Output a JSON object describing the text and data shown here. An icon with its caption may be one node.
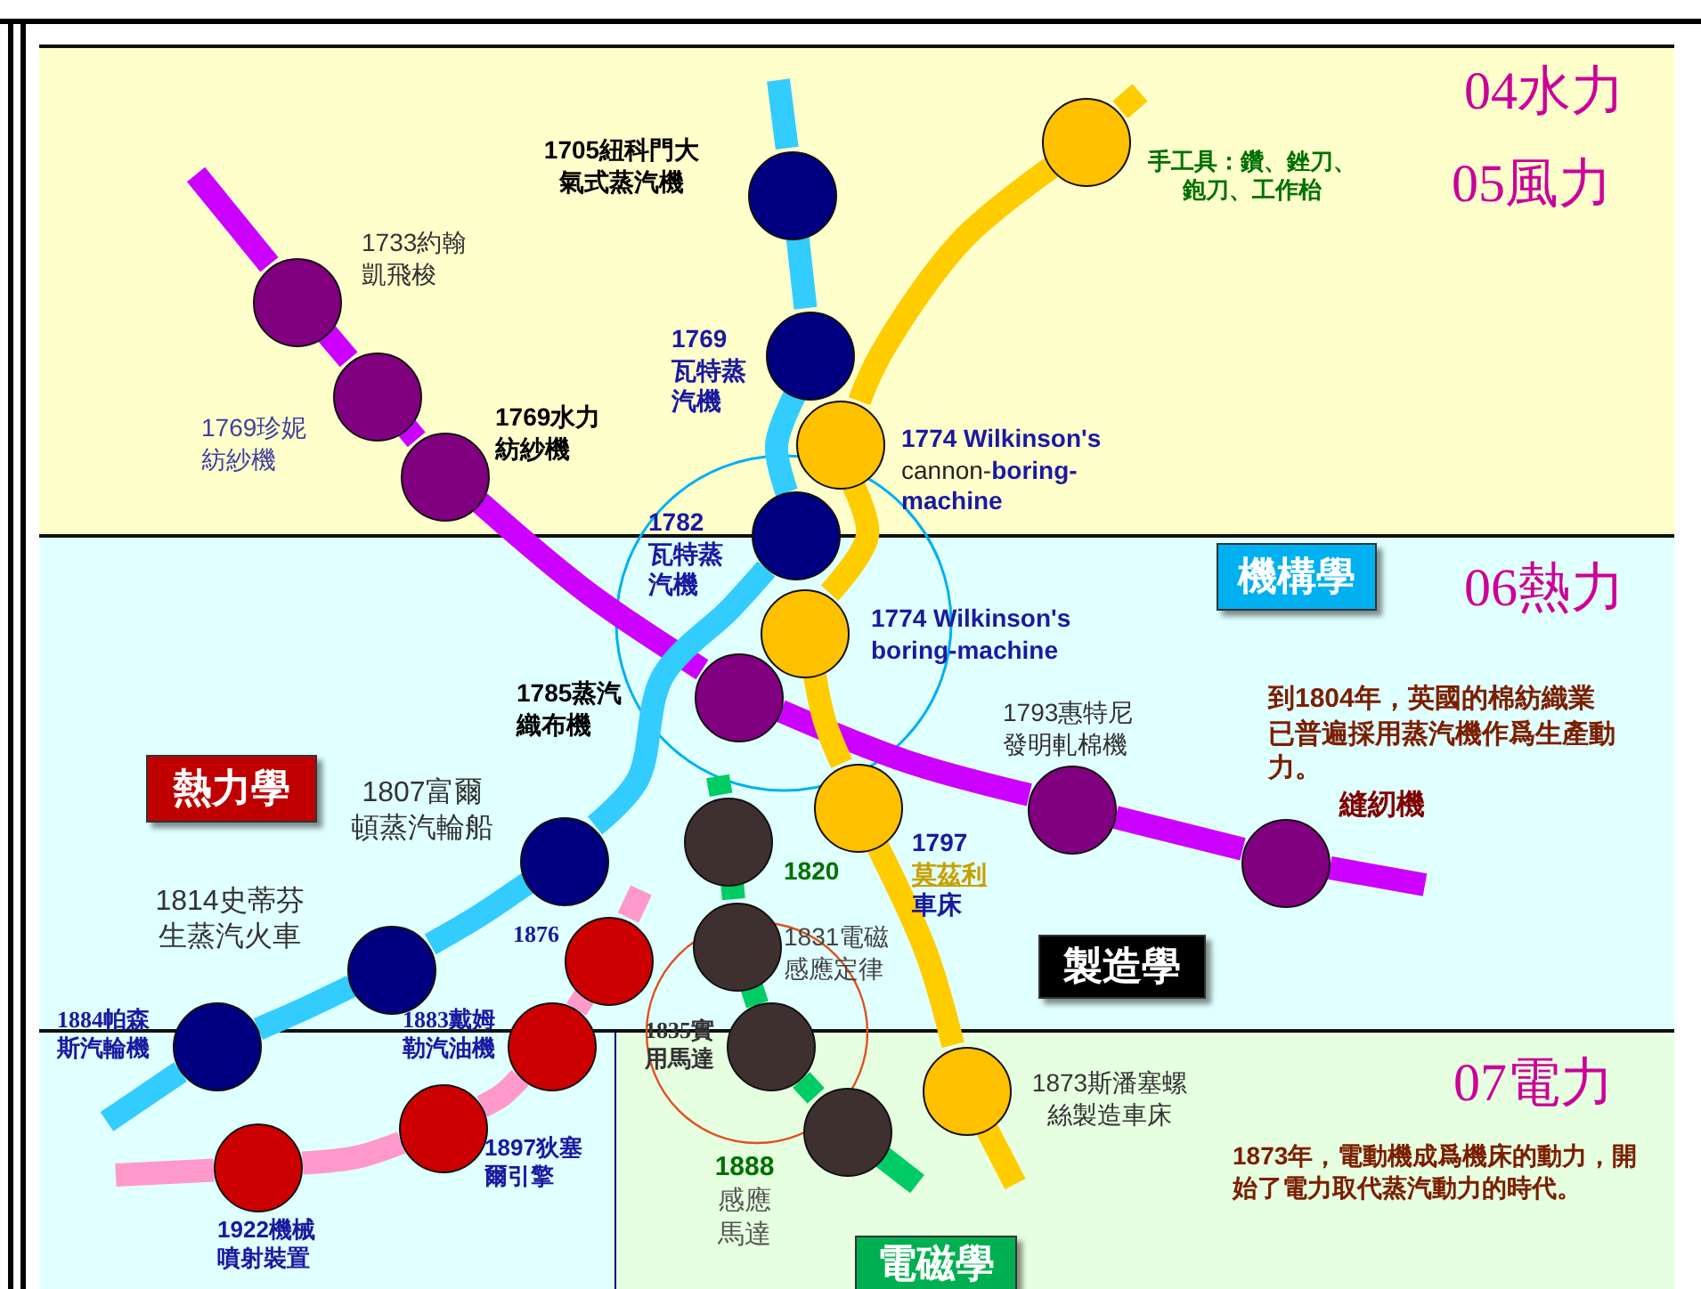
{
  "diagram": {
    "nodes": [
      {
        "text": [
          "04水力",
          "05風力"
        ]
      },
      {
        "text": [
          "06熱力"
        ]
      },
      {
        "text": [
          "07電力"
        ]
      },
      {
        "text": [
          "機構學"
        ],
        "in": 1
      },
      {
        "text": [
          "熱力學"
        ],
        "in": 1
      },
      {
        "text": [
          "製造學"
        ],
        "in": 1
      },
      {
        "text": [
          "電磁學"
        ],
        "in": 2
      },
      {
        "text": [],
        "shape": "circle",
        "beside": [
          "1733約翰凱飛梭"
        ],
        "in": 0
      },
      {
        "text": [],
        "shape": "circle",
        "beside": [
          "1769珍妮紡紗機"
        ],
        "in": 0
      },
      {
        "text": [],
        "shape": "circle",
        "beside": [
          "1769水力紡紗機"
        ],
        "in": 0
      },
      {
        "text": [],
        "shape": "circle",
        "beside": [
          "1785蒸汽織布機"
        ],
        "in": 1
      },
      {
        "text": [],
        "shape": "circle",
        "beside": [
          "1793惠特尼發明軋棉機"
        ],
        "in": 1
      },
      {
        "text": [],
        "shape": "circle",
        "beside": [
          "縫紉機"
        ],
        "in": 1
      },
      {
        "text": [],
        "shape": "circle",
        "beside": [
          "1705紐科門大氣式蒸汽機"
        ],
        "in": 0
      },
      {
        "text": [],
        "shape": "circle",
        "beside": [
          "1769瓦特蒸汽機"
        ],
        "in": 0
      },
      {
        "text": [],
        "shape": "circle",
        "beside": [
          "1782瓦特蒸汽機"
        ]
      },
      {
        "text": [],
        "shape": "circle",
        "beside": [
          "1807富爾頓蒸汽輪船"
        ],
        "in": 1
      },
      {
        "text": [],
        "shape": "circle",
        "beside": [
          "1814史蒂芬生蒸汽火車"
        ],
        "in": 1
      },
      {
        "text": [],
        "shape": "circle",
        "beside": [
          "1884帕森斯汽輪機"
        ]
      },
      {
        "text": [],
        "shape": "circle",
        "beside": [
          "手工具：鑽、銼刀、鉋刀、工作枱"
        ],
        "in": 0
      },
      {
        "text": [],
        "shape": "circle",
        "beside": [
          "**1774 Wilkinson's** cannon-**boring-machine**"
        ],
        "in": 0
      },
      {
        "text": [],
        "shape": "circle",
        "beside": [
          "1774 Wilkinson's boring-machine"
        ],
        "in": 1
      },
      {
        "text": [],
        "shape": "circle",
        "beside": [
          "1797",
          "莫茲利",
          "車床"
        ],
        "in": 1
      },
      {
        "text": [],
        "shape": "circle",
        "beside": [
          "1873斯潘塞螺絲製造車床"
        ],
        "in": 2
      },
      {
        "text": [],
        "shape": "circle",
        "beside": [
          "1820"
        ],
        "in": 1
      },
      {
        "text": [],
        "shape": "circle",
        "beside": [
          "1831電磁感應定律"
        ],
        "in": 1
      },
      {
        "text": [],
        "shape": "circle",
        "beside": [
          "1835實用馬達"
        ]
      },
      {
        "text": [],
        "shape": "circle",
        "beside": [
          "1888",
          "感應馬達"
        ],
        "in": 2
      },
      {
        "text": [],
        "shape": "circle",
        "beside": [
          "1876"
        ],
        "in": 1
      },
      {
        "text": [],
        "shape": "circle",
        "beside": [
          "1883戴姆勒汽油機"
        ]
      },
      {
        "text": [],
        "shape": "circle",
        "beside": [
          "1897狄塞爾引擎"
        ]
      },
      {
        "text": [],
        "shape": "circle",
        "beside": [
          "1922機械噴射裝置"
        ]
      }
    ],
    "edges": [
      {
        "from": null,
        "to": 7,
        "arrow": "none",
        "color": "#cc00ff"
      },
      {
        "from": 7,
        "to": 8,
        "arrow": "none",
        "color": "#cc00ff"
      },
      {
        "from": 8,
        "to": 9,
        "arrow": "none",
        "color": "#cc00ff"
      },
      {
        "from": 9,
        "to": 10,
        "arrow": "none",
        "color": "#cc00ff"
      },
      {
        "from": 10,
        "to": 11,
        "arrow": "none",
        "color": "#cc00ff"
      },
      {
        "from": 11,
        "to": 12,
        "arrow": "none",
        "color": "#cc00ff"
      },
      {
        "from": 12,
        "to": null,
        "arrow": "none",
        "color": "#cc00ff"
      },
      {
        "from": null,
        "to": 13,
        "arrow": "none",
        "color": "#33ccff"
      },
      {
        "from": 13,
        "to": 14,
        "arrow": "none",
        "color": "#33ccff"
      },
      {
        "from": 14,
        "to": 15,
        "arrow": "none",
        "color": "#33ccff"
      },
      {
        "from": 15,
        "to": 16,
        "arrow": "none",
        "color": "#33ccff"
      },
      {
        "from": 16,
        "to": 17,
        "arrow": "none",
        "color": "#33ccff"
      },
      {
        "from": 17,
        "to": 18,
        "arrow": "none",
        "color": "#33ccff"
      },
      {
        "from": 18,
        "to": null,
        "arrow": "none",
        "color": "#33ccff"
      },
      {
        "from": null,
        "to": 19,
        "arrow": "none",
        "color": "#ffcc00"
      },
      {
        "from": 19,
        "to": 20,
        "arrow": "none",
        "color": "#ffcc00"
      },
      {
        "from": 20,
        "to": 21,
        "arrow": "none",
        "color": "#ffcc00"
      },
      {
        "from": 21,
        "to": 22,
        "arrow": "none",
        "color": "#ffcc00"
      },
      {
        "from": 22,
        "to": 23,
        "arrow": "none",
        "color": "#ffcc00"
      },
      {
        "from": 23,
        "to": null,
        "arrow": "none",
        "color": "#ffcc00"
      },
      {
        "from": null,
        "to": 24,
        "arrow": "none",
        "color": "#00cc66"
      },
      {
        "from": 24,
        "to": 25,
        "arrow": "none",
        "color": "#00cc66"
      },
      {
        "from": 25,
        "to": 26,
        "arrow": "none",
        "color": "#00cc66"
      },
      {
        "from": 26,
        "to": 27,
        "arrow": "none",
        "color": "#00cc66"
      },
      {
        "from": 27,
        "to": null,
        "arrow": "none",
        "color": "#00cc66"
      },
      {
        "from": null,
        "to": 28,
        "arrow": "none",
        "color": "#ff99cc"
      },
      {
        "from": 28,
        "to": 29,
        "arrow": "none",
        "color": "#ff99cc"
      },
      {
        "from": 29,
        "to": 30,
        "arrow": "none",
        "color": "#ff99cc"
      },
      {
        "from": 30,
        "to": 31,
        "arrow": "none",
        "color": "#ff99cc"
      },
      {
        "from": 31,
        "to": null,
        "arrow": "none",
        "color": "#ff99cc"
      }
    ],
    "labels": [
      "到1804年，英國的棉紡織業已普遍採用蒸汽機作爲生產動力。",
      "1873年，電動機成爲機床的動力，開始了電力取代蒸汽動力的時代。"
    ]
  }
}
